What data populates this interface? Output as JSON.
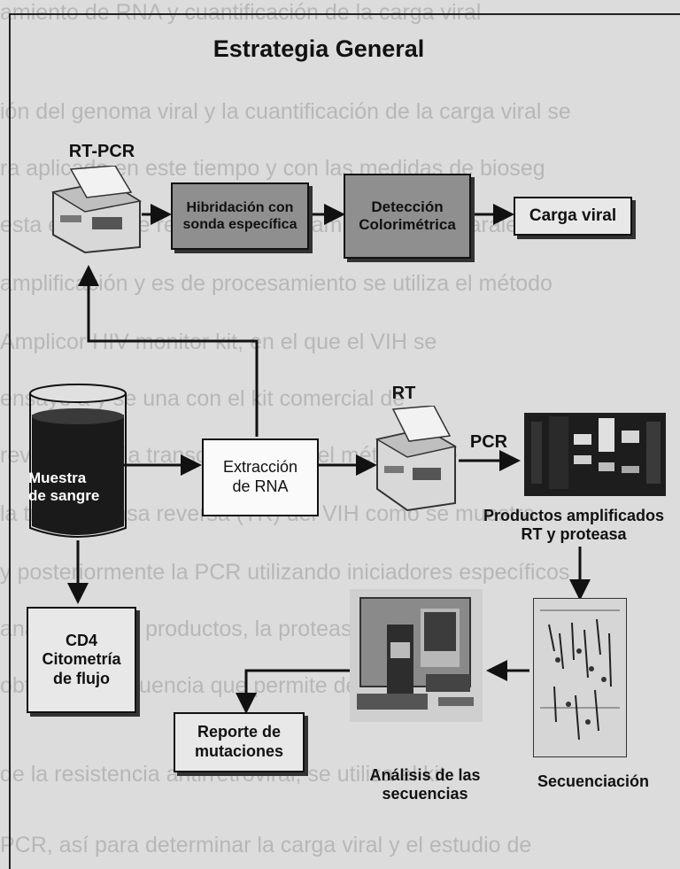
{
  "title": "Estrategia General",
  "labels": {
    "rtpcr": "RT-PCR",
    "rt": "RT",
    "pcr": "PCR",
    "productos": "Productos amplificados\nRT y proteasa",
    "analisis": "Análisis de las\nsecuencias",
    "secuenciacion": "Secuenciación"
  },
  "boxes": {
    "hibridacion": "Hibridación con\nsonda específica",
    "deteccion": "Detección\nColorimétrica",
    "carga": "Carga viral",
    "extraccion": "Extracción\nde RNA",
    "muestra": "Muestra\nde sangre",
    "cd4": "CD4\nCitometría\nde flujo",
    "reporte": "Reporte de\nmutaciones"
  },
  "background_lines": [
    "amiento de RNA y cuantificación de la carga viral",
    "ión del genoma viral y la cuantificación de la carga viral se",
    "ra aplicada en este tiempo y con las medidas de bioseg",
    "esta etapa y se realiza con un cambio de fase paralelo",
    "amplificación y es de procesamiento se utiliza el método",
    "Amplicor HIV monitor kit, en el que el VIH se",
    "ensayo a y se una con el kit comercial de",
    "reversa, o a la transcriptasa por el método que",
    "la transcriptasa reversa (TR) del VIH como se muestra",
    "y posteriormente la PCR utilizando iniciadores específicos",
    "análisis de los productos, la proteasa y",
    "obtener la secuencia que permite determinar",
    "de la resistencia antirretroviral, se utiliza el kit",
    "PCR, así para determinar la carga viral y el estudio de"
  ],
  "colors": {
    "box_grey": "#8f8f8f",
    "box_light": "#e8e8e8",
    "background": "#dcdcdc"
  }
}
